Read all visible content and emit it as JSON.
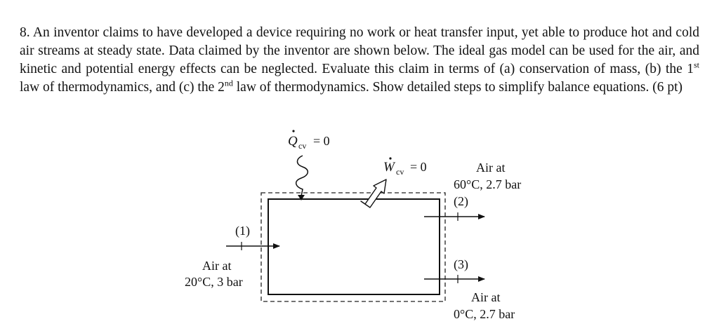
{
  "problem": {
    "number": "8.",
    "part1": " An inventor claims to have developed a device requiring no work or heat transfer input, yet able to produce hot and cold air streams at steady state. Data claimed by the inventor are shown below. The ideal gas model can be used for the air, and kinetic and potential energy effects can be neglected. Evaluate this claim in terms of (a) conservation of mass, (b) the 1",
    "sup1": "st",
    "part2": " law of thermodynamics, and (c) the 2",
    "sup2": "nd",
    "part3": " law of thermodynamics. Show detailed steps to simplify balance equations. (6 pt)"
  },
  "diagram": {
    "heat": {
      "symbol": "Q",
      "subscript": "cv",
      "value": "= 0"
    },
    "work": {
      "symbol": "W",
      "subscript": "cv",
      "value": "= 0"
    },
    "inlet": {
      "number": "(1)",
      "line1": "Air at",
      "line2": "20°C, 3 bar"
    },
    "outlet_hot": {
      "number": "(2)",
      "line1": "Air at",
      "line2": "60°C, 2.7 bar"
    },
    "outlet_cold": {
      "number": "(3)",
      "line1": "Air at",
      "line2": "0°C, 2.7 bar"
    }
  }
}
